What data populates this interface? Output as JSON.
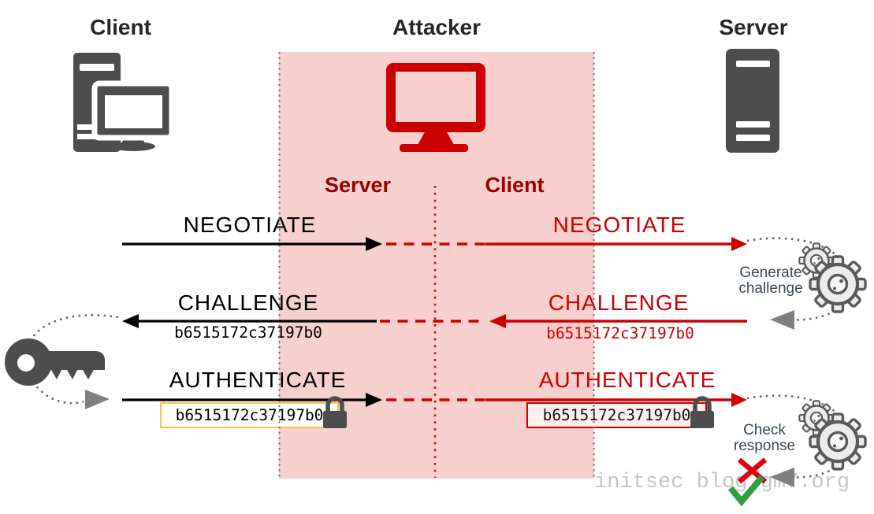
{
  "title_row": {
    "client": "Client",
    "attacker": "Attacker",
    "server": "Server"
  },
  "attacker_panel": {
    "left_role": "Server",
    "right_role": "Client"
  },
  "messages": {
    "negotiate": {
      "label": "NEGOTIATE"
    },
    "challenge": {
      "label": "CHALLENGE",
      "value": "b6515172c37197b0"
    },
    "authenticate": {
      "label": "AUTHENTICATE",
      "value": "b6515172c37197b0"
    }
  },
  "annotations": {
    "generate_challenge": {
      "line1": "Generate",
      "line2": "challenge"
    },
    "check_response": {
      "line1": "Check",
      "line2": "response"
    }
  },
  "watermark": "initsec blog.gm7.org",
  "icons": [
    "client-workstation-icon",
    "attacker-monitor-icon",
    "server-tower-icon",
    "key-icon",
    "lock-icon",
    "gears-icon",
    "fail-x-icon",
    "success-check-icon"
  ],
  "colors": {
    "attack_red": "#cc0000",
    "role_label_red": "#990000",
    "panel_pink": "#f7cfcc",
    "icon_gray": "#4d4d4d",
    "gold_box_border": "#f0c64e",
    "fail_red": "#e3000f",
    "success_green": "#2f9e44",
    "watermark_gray": "#c6c6c6"
  }
}
